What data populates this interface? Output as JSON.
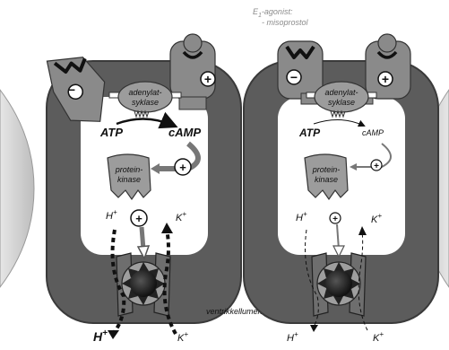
{
  "colors": {
    "cell_dark": "#5c5c5c",
    "cell_edge": "#3a3a3a",
    "membrane_grey": "#8a8a8a",
    "light_grey": "#bdbdbd",
    "cytoplasm": "#ffffff",
    "label_muted": "#8c8c8c",
    "ink": "#111111"
  },
  "header": {
    "agonist_line": "E",
    "agonist_sub": "1",
    "agonist_rest": "-agonist:",
    "agonist_drug": "- misoprostol"
  },
  "left_cell": {
    "minus_sign": "−",
    "plus_sign": "+",
    "enzyme_line1": "adenylat-",
    "enzyme_line2": "syklase",
    "atp": "ATP",
    "camp": "cAMP",
    "pk_line1": "protein-",
    "pk_line2": "kinase",
    "h_in": "H",
    "k_in": "K",
    "h_out": "H",
    "k_out": "K",
    "sup_plus": "+"
  },
  "lumen_label": "ventrikkellumen",
  "right_cell": {
    "minus_sign": "−",
    "plus_sign": "+",
    "enzyme_line1": "adenylat-",
    "enzyme_line2": "syklase",
    "atp": "ATP",
    "camp": "cAMP",
    "pk_line1": "protein-",
    "pk_line2": "kinase",
    "h_in": "H",
    "k_in": "K",
    "h_out": "H",
    "k_out": "K",
    "sup_plus": "+"
  },
  "icons": {
    "inhibitory_receptor": "inhibitory-receptor-icon",
    "stimulatory_receptor": "stimulatory-receptor-icon",
    "proton_pump": "proton-pump-icon"
  }
}
